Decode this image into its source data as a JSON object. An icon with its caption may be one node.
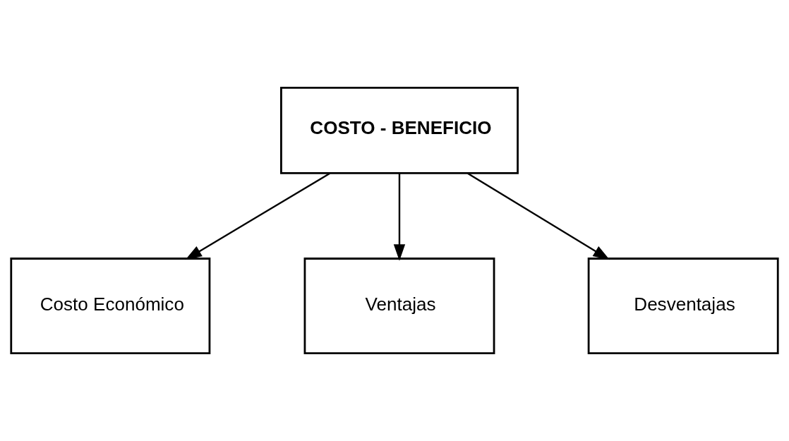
{
  "diagram": {
    "nodes": [
      {
        "text": [
          "COSTO - BENEFICIO"
        ]
      },
      {
        "text": [
          "Costo Económico"
        ]
      },
      {
        "text": [
          "Ventajas"
        ]
      },
      {
        "text": [
          "Desventajas"
        ]
      }
    ],
    "edges": [
      {
        "from": 0,
        "to": 1,
        "arrow": "to"
      },
      {
        "from": 0,
        "to": 2,
        "arrow": "to"
      },
      {
        "from": 0,
        "to": 3,
        "arrow": "to"
      }
    ]
  }
}
